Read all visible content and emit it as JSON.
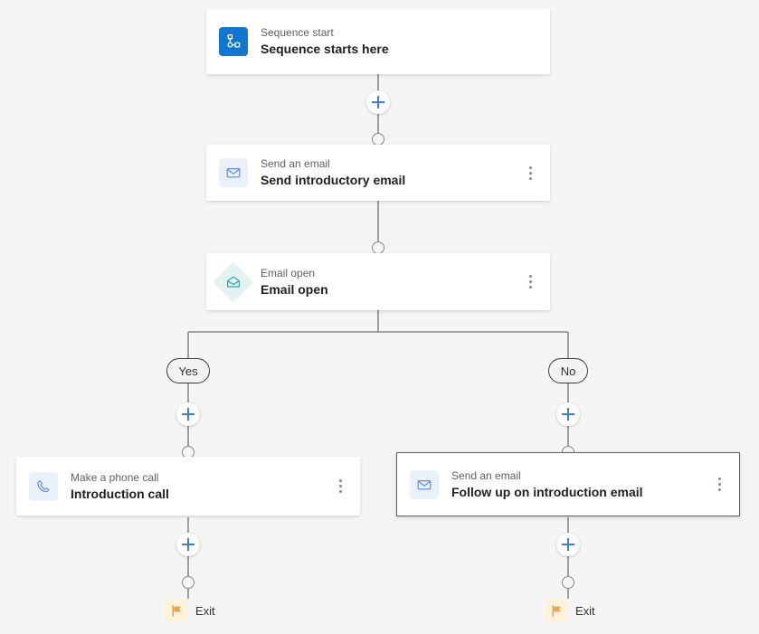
{
  "canvas": {
    "background": "#f5f5f5",
    "accent_blue": "#0f77d1",
    "plus_blue": "#3b7fd4",
    "line_color": "#8a8886",
    "teal": "#2a9d9b",
    "flag_orange": "#f2a341"
  },
  "nodes": [
    {
      "id": "sequence-start",
      "subtitle": "Sequence start",
      "title": "Sequence starts here",
      "icon": "sequence-start-icon",
      "icon_style": "blue-square",
      "has_menu": false,
      "selected": false
    },
    {
      "id": "send-introductory-email",
      "subtitle": "Send an email",
      "title": "Send introductory email",
      "icon": "envelope-icon",
      "icon_style": "light-square",
      "has_menu": true,
      "selected": false
    },
    {
      "id": "email-open",
      "subtitle": "Email open",
      "title": "Email open",
      "icon": "envelope-open-icon",
      "icon_style": "teal-diamond",
      "has_menu": true,
      "selected": false
    },
    {
      "id": "introduction-call",
      "subtitle": "Make a phone call",
      "title": "Introduction call",
      "icon": "phone-icon",
      "icon_style": "light-square",
      "has_menu": true,
      "selected": false
    },
    {
      "id": "follow-up-on-introduction-email",
      "subtitle": "Send an email",
      "title": "Follow up on introduction email",
      "icon": "envelope-icon",
      "icon_style": "light-square",
      "has_menu": true,
      "selected": true
    }
  ],
  "branches": {
    "yes_label": "Yes",
    "no_label": "No"
  },
  "exits": [
    {
      "id": "exit-yes",
      "label": "Exit",
      "icon": "flag-icon"
    },
    {
      "id": "exit-no",
      "label": "Exit",
      "icon": "flag-icon"
    }
  ],
  "add_buttons": [
    {
      "id": "add-step-after-start"
    },
    {
      "id": "add-step-yes-branch"
    },
    {
      "id": "add-step-after-introduction-call"
    },
    {
      "id": "add-step-no-branch"
    },
    {
      "id": "add-step-after-follow-up-email"
    }
  ]
}
